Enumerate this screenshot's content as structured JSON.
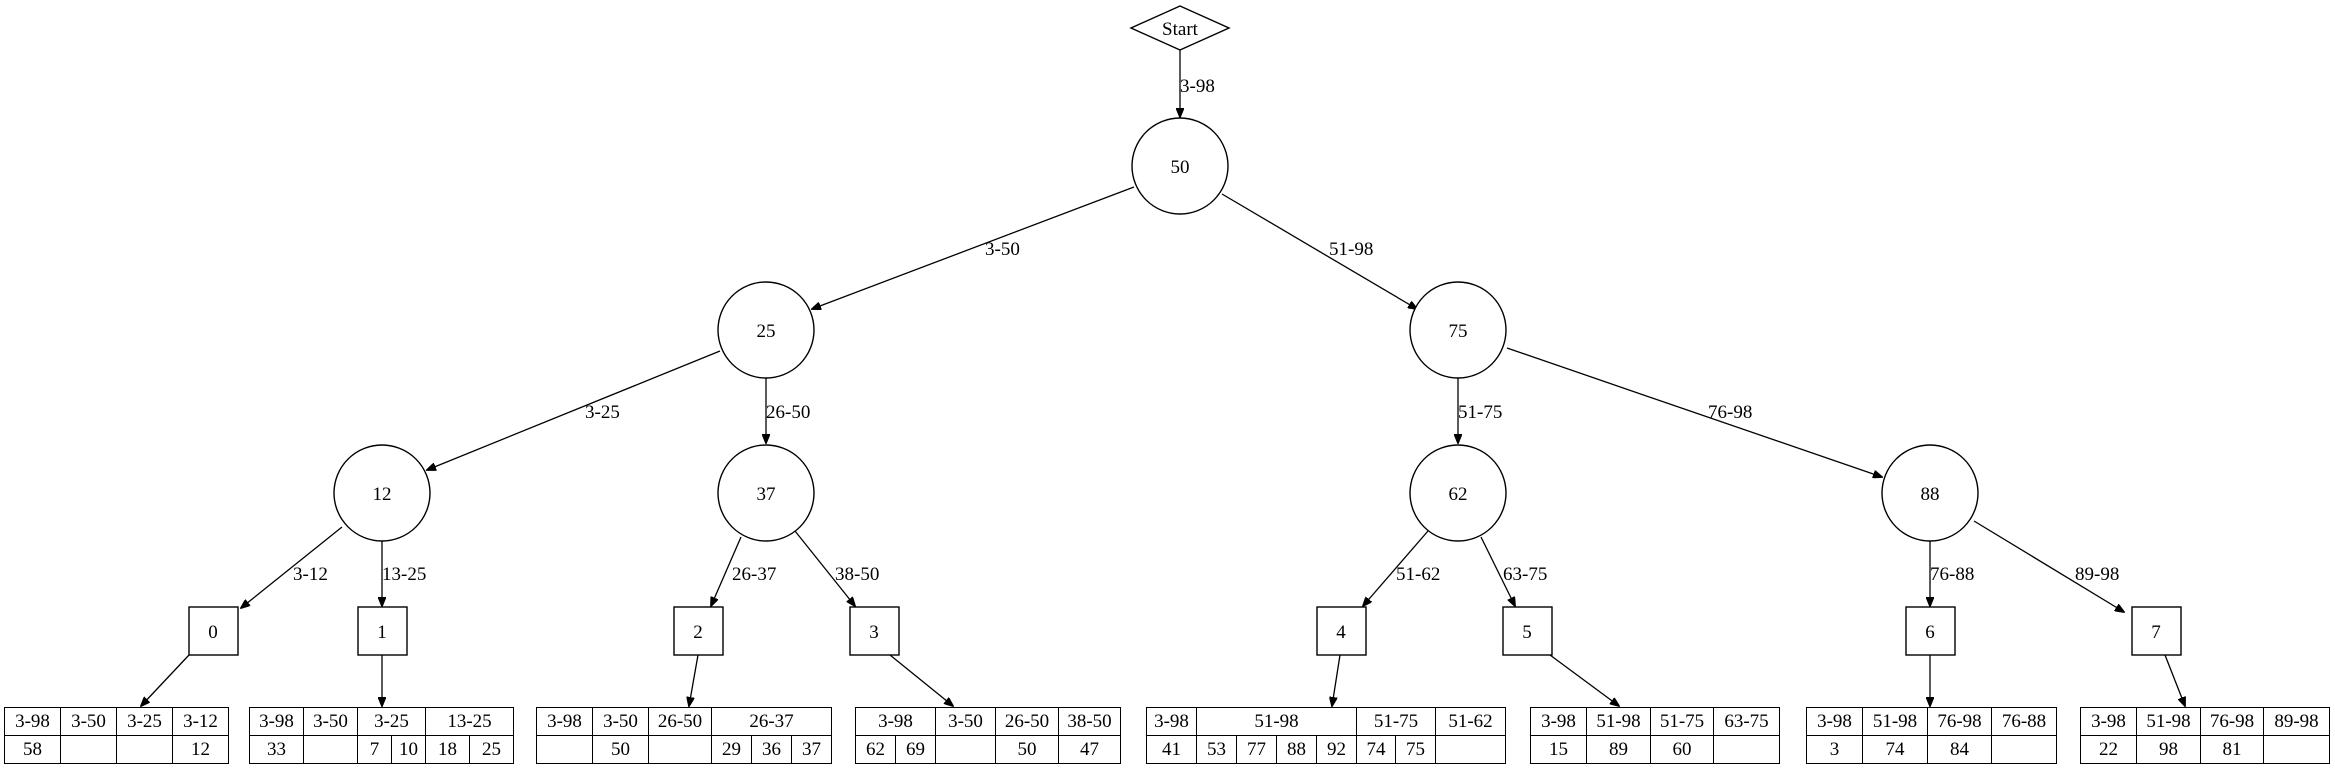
{
  "start": {
    "label": "Start"
  },
  "nodes": {
    "n50": "50",
    "n25": "25",
    "n75": "75",
    "n12": "12",
    "n37": "37",
    "n62": "62",
    "n88": "88"
  },
  "leaves": {
    "l0": "0",
    "l1": "1",
    "l2": "2",
    "l3": "3",
    "l4": "4",
    "l5": "5",
    "l6": "6",
    "l7": "7"
  },
  "edges": {
    "start_50": "3-98",
    "n50_25": "3-50",
    "n50_75": "51-98",
    "n25_12": "3-25",
    "n25_37": "26-50",
    "n75_62": "51-75",
    "n75_88": "76-98",
    "n12_0": "3-12",
    "n12_1": "13-25",
    "n37_2": "26-37",
    "n37_3": "38-50",
    "n62_4": "51-62",
    "n62_5": "63-75",
    "n88_6": "76-88",
    "n88_7": "89-98"
  },
  "tables": [
    {
      "headers": [
        "3-98",
        "3-50",
        "3-25",
        "3-12"
      ],
      "values": [
        "58",
        "",
        "",
        "12"
      ]
    },
    {
      "headers": [
        "3-98",
        "3-50",
        "3-25",
        "13-25"
      ],
      "values": [
        "33",
        "",
        "7",
        "10",
        "18",
        "25"
      ]
    },
    {
      "headers": [
        "3-98",
        "3-50",
        "26-50",
        "26-37"
      ],
      "values": [
        "",
        "50",
        "",
        "29",
        "36",
        "37"
      ]
    },
    {
      "headers": [
        "3-98",
        "3-50",
        "26-50",
        "38-50"
      ],
      "values": [
        "62",
        "69",
        "",
        "50",
        "47"
      ]
    },
    {
      "headers": [
        "3-98",
        "51-98",
        "51-75",
        "51-62"
      ],
      "values": [
        "41",
        "53",
        "77",
        "88",
        "92",
        "74",
        "75",
        ""
      ]
    },
    {
      "headers": [
        "3-98",
        "51-98",
        "51-75",
        "63-75"
      ],
      "values": [
        "15",
        "89",
        "60",
        ""
      ]
    },
    {
      "headers": [
        "3-98",
        "51-98",
        "76-98",
        "76-88"
      ],
      "values": [
        "3",
        "74",
        "84",
        ""
      ]
    },
    {
      "headers": [
        "3-98",
        "51-98",
        "76-98",
        "89-98"
      ],
      "values": [
        "22",
        "98",
        "81",
        ""
      ]
    }
  ]
}
